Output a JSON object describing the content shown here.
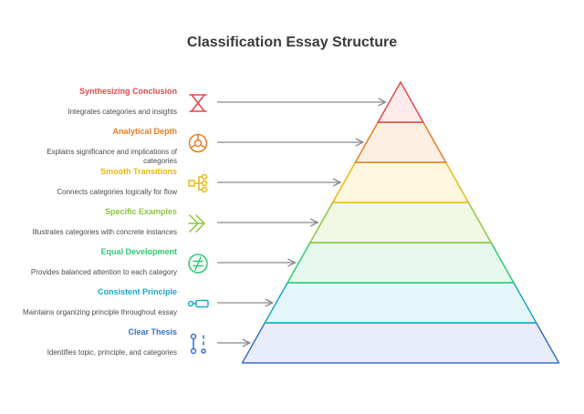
{
  "title": "Classification Essay Structure",
  "levels": [
    {
      "title": "Synthesizing Conclusion",
      "description": "Integrates categories and insights",
      "color": "#e5484d",
      "fill": "#fdeaea",
      "icon": "hourglass-icon"
    },
    {
      "title": "Analytical Depth",
      "description": "Explains significance and implications of categories",
      "color": "#e67e22",
      "fill": "#fdefe2",
      "icon": "pie-chart-icon"
    },
    {
      "title": "Smooth Transitions",
      "description": "Connects categories logically for flow",
      "color": "#e8b914",
      "fill": "#fdf7df",
      "icon": "flow-chart-icon"
    },
    {
      "title": "Specific Examples",
      "description": "Illustrates categories with concrete instances",
      "color": "#8cc63f",
      "fill": "#f1f9e5",
      "icon": "double-arrow-icon"
    },
    {
      "title": "Equal Development",
      "description": "Provides balanced attention to each category",
      "color": "#2ecc71",
      "fill": "#e6f8ee",
      "icon": "not-equal-icon"
    },
    {
      "title": "Consistent Principle",
      "description": "Maintains organizing principle throughout essay",
      "color": "#19a8c7",
      "fill": "#e5f6fa",
      "icon": "connector-icon"
    },
    {
      "title": "Clear Thesis",
      "description": "Identifies topic, principle, and categories",
      "color": "#3a6fc4",
      "fill": "#e8eef9",
      "icon": "branch-icon"
    }
  ]
}
